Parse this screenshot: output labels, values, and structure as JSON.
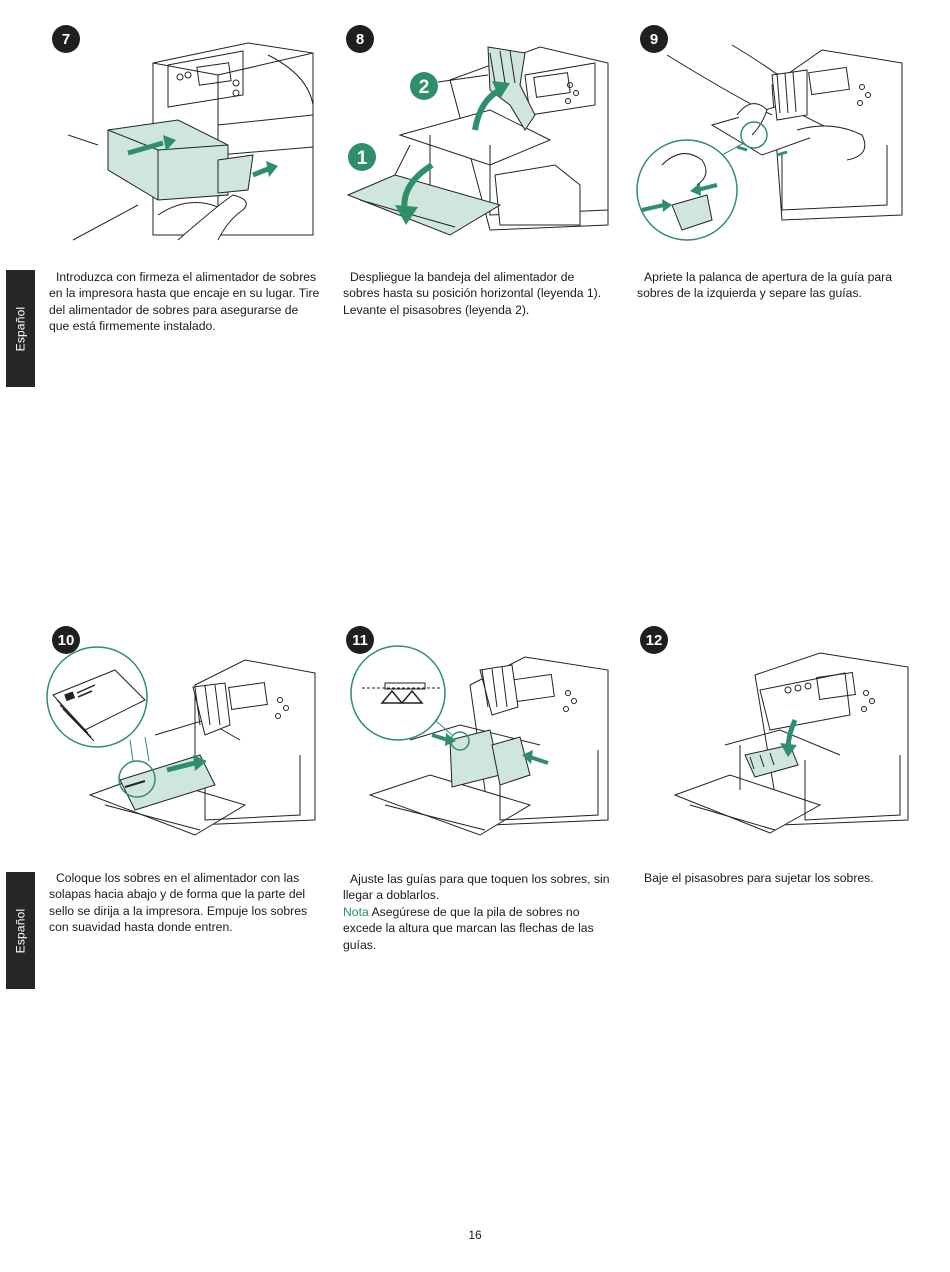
{
  "side_tab_label": "Español",
  "accent_color": "#2f8f6b",
  "fill_color": "#cfe6dc",
  "steps": [
    {
      "number": "7",
      "text": "Introduzca con firmeza el alimentador de sobres en la impresora hasta que encaje en su lugar. Tire del alimentador de sobres para asegurarse de que está firmemente instalado."
    },
    {
      "number": "8",
      "text": "Despliegue la bandeja del alimentador de sobres hasta su posición horizontal (leyenda 1). Levante el pisasobres (leyenda 2).",
      "callouts": [
        "1",
        "2"
      ]
    },
    {
      "number": "9",
      "text": "Apriete la palanca de apertura de la guía para sobres de la izquierda y separe las guías."
    },
    {
      "number": "10",
      "text": "Coloque los sobres en el alimentador con las solapas hacia abajo y de forma que la parte del sello se dirija a la impresora. Empuje los sobres con suavidad hasta donde entren."
    },
    {
      "number": "11",
      "text": "Ajuste las guías para que toquen los sobres, sin llegar a doblarlos.",
      "note_label": "Nota",
      "note_text": "Asegúrese de que la pila de sobres no excede la altura que marcan las flechas de las guías."
    },
    {
      "number": "12",
      "text": "Baje el pisasobres para sujetar los sobres."
    }
  ],
  "page_number": "16"
}
